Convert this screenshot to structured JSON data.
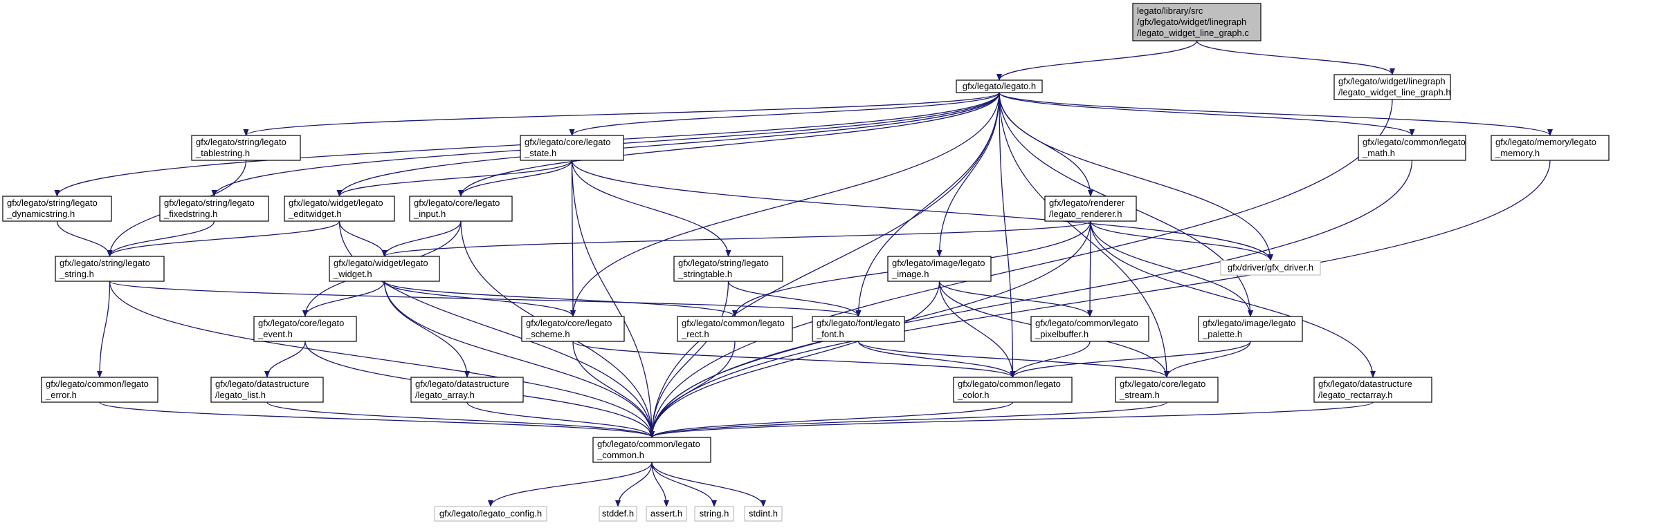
{
  "colors": {
    "edge": "#191970",
    "node_border": "#000000",
    "node_fill": "#ffffff",
    "root_fill": "#bfbfbf",
    "external_border": "#bfbfbf",
    "external_text": "#7f7f7f"
  },
  "nodes": [
    {
      "id": "root",
      "lines": [
        "legato/library/src",
        "/gfx/legato/widget/linegraph",
        "/legato_widget_line_graph.c"
      ],
      "kind": "root"
    },
    {
      "id": "legato_h",
      "lines": [
        "gfx/legato/legato.h"
      ],
      "kind": "file"
    },
    {
      "id": "linegraph_h",
      "lines": [
        "gfx/legato/widget/linegraph",
        "/legato_widget_line_graph.h"
      ],
      "kind": "file"
    },
    {
      "id": "tablestring",
      "lines": [
        "gfx/legato/string/legato",
        "_tablestring.h"
      ],
      "kind": "file"
    },
    {
      "id": "state",
      "lines": [
        "gfx/legato/core/legato",
        "_state.h"
      ],
      "kind": "file"
    },
    {
      "id": "math",
      "lines": [
        "gfx/legato/common/legato",
        "_math.h"
      ],
      "kind": "file"
    },
    {
      "id": "memory",
      "lines": [
        "gfx/legato/memory/legato",
        "_memory.h"
      ],
      "kind": "file"
    },
    {
      "id": "dynamicstring",
      "lines": [
        "gfx/legato/string/legato",
        "_dynamicstring.h"
      ],
      "kind": "file"
    },
    {
      "id": "fixedstring",
      "lines": [
        "gfx/legato/string/legato",
        "_fixedstring.h"
      ],
      "kind": "file"
    },
    {
      "id": "editwidget",
      "lines": [
        "gfx/legato/widget/legato",
        "_editwidget.h"
      ],
      "kind": "file"
    },
    {
      "id": "input",
      "lines": [
        "gfx/legato/core/legato",
        "_input.h"
      ],
      "kind": "file"
    },
    {
      "id": "renderer",
      "lines": [
        "gfx/legato/renderer",
        "/legato_renderer.h"
      ],
      "kind": "file"
    },
    {
      "id": "gfx_driver",
      "lines": [
        "gfx/driver/gfx_driver.h"
      ],
      "kind": "external"
    },
    {
      "id": "string_h",
      "lines": [
        "gfx/legato/string/legato",
        "_string.h"
      ],
      "kind": "file"
    },
    {
      "id": "widget",
      "lines": [
        "gfx/legato/widget/legato",
        "_widget.h"
      ],
      "kind": "file"
    },
    {
      "id": "stringtable",
      "lines": [
        "gfx/legato/string/legato",
        "_stringtable.h"
      ],
      "kind": "file"
    },
    {
      "id": "image",
      "lines": [
        "gfx/legato/image/legato",
        "_image.h"
      ],
      "kind": "file"
    },
    {
      "id": "event",
      "lines": [
        "gfx/legato/core/legato",
        "_event.h"
      ],
      "kind": "file"
    },
    {
      "id": "scheme",
      "lines": [
        "gfx/legato/core/legato",
        "_scheme.h"
      ],
      "kind": "file"
    },
    {
      "id": "rect",
      "lines": [
        "gfx/legato/common/legato",
        "_rect.h"
      ],
      "kind": "file"
    },
    {
      "id": "font",
      "lines": [
        "gfx/legato/font/legato",
        "_font.h"
      ],
      "kind": "file"
    },
    {
      "id": "pixelbuffer",
      "lines": [
        "gfx/legato/common/legato",
        "_pixelbuffer.h"
      ],
      "kind": "file"
    },
    {
      "id": "palette",
      "lines": [
        "gfx/legato/image/legato",
        "_palette.h"
      ],
      "kind": "file"
    },
    {
      "id": "error",
      "lines": [
        "gfx/legato/common/legato",
        "_error.h"
      ],
      "kind": "file"
    },
    {
      "id": "list",
      "lines": [
        "gfx/legato/datastructure",
        "/legato_list.h"
      ],
      "kind": "file"
    },
    {
      "id": "array",
      "lines": [
        "gfx/legato/datastructure",
        "/legato_array.h"
      ],
      "kind": "file"
    },
    {
      "id": "color",
      "lines": [
        "gfx/legato/common/legato",
        "_color.h"
      ],
      "kind": "file"
    },
    {
      "id": "stream",
      "lines": [
        "gfx/legato/core/legato",
        "_stream.h"
      ],
      "kind": "file"
    },
    {
      "id": "rectarray",
      "lines": [
        "gfx/legato/datastructure",
        "/legato_rectarray.h"
      ],
      "kind": "file"
    },
    {
      "id": "common",
      "lines": [
        "gfx/legato/common/legato",
        "_common.h"
      ],
      "kind": "file"
    },
    {
      "id": "config",
      "lines": [
        "gfx/legato/legato_config.h"
      ],
      "kind": "external"
    },
    {
      "id": "stddef",
      "lines": [
        "stddef.h"
      ],
      "kind": "external"
    },
    {
      "id": "assert",
      "lines": [
        "assert.h"
      ],
      "kind": "external"
    },
    {
      "id": "stringh",
      "lines": [
        "string.h"
      ],
      "kind": "external"
    },
    {
      "id": "stdint",
      "lines": [
        "stdint.h"
      ],
      "kind": "external"
    }
  ],
  "edges": [
    [
      "root",
      "legato_h"
    ],
    [
      "root",
      "linegraph_h"
    ],
    [
      "linegraph_h",
      "common"
    ],
    [
      "legato_h",
      "tablestring"
    ],
    [
      "legato_h",
      "state"
    ],
    [
      "legato_h",
      "math"
    ],
    [
      "legato_h",
      "memory"
    ],
    [
      "legato_h",
      "dynamicstring"
    ],
    [
      "legato_h",
      "fixedstring"
    ],
    [
      "legato_h",
      "editwidget"
    ],
    [
      "legato_h",
      "input"
    ],
    [
      "legato_h",
      "renderer"
    ],
    [
      "legato_h",
      "gfx_driver"
    ],
    [
      "legato_h",
      "image"
    ],
    [
      "legato_h",
      "scheme"
    ],
    [
      "legato_h",
      "font"
    ],
    [
      "legato_h",
      "palette"
    ],
    [
      "legato_h",
      "color"
    ],
    [
      "legato_h",
      "stream"
    ],
    [
      "legato_h",
      "common"
    ],
    [
      "tablestring",
      "string_h"
    ],
    [
      "dynamicstring",
      "string_h"
    ],
    [
      "fixedstring",
      "string_h"
    ],
    [
      "state",
      "editwidget"
    ],
    [
      "state",
      "input"
    ],
    [
      "state",
      "stringtable"
    ],
    [
      "state",
      "scheme"
    ],
    [
      "state",
      "gfx_driver"
    ],
    [
      "state",
      "common"
    ],
    [
      "editwidget",
      "string_h"
    ],
    [
      "editwidget",
      "widget"
    ],
    [
      "editwidget",
      "common"
    ],
    [
      "input",
      "widget"
    ],
    [
      "input",
      "event"
    ],
    [
      "input",
      "common"
    ],
    [
      "renderer",
      "widget"
    ],
    [
      "renderer",
      "gfx_driver"
    ],
    [
      "renderer",
      "rect"
    ],
    [
      "renderer",
      "pixelbuffer"
    ],
    [
      "renderer",
      "palette"
    ],
    [
      "renderer",
      "rectarray"
    ],
    [
      "renderer",
      "common"
    ],
    [
      "string_h",
      "font"
    ],
    [
      "string_h",
      "error"
    ],
    [
      "string_h",
      "common"
    ],
    [
      "widget",
      "event"
    ],
    [
      "widget",
      "scheme"
    ],
    [
      "widget",
      "rect"
    ],
    [
      "widget",
      "array"
    ],
    [
      "widget",
      "common"
    ],
    [
      "stringtable",
      "font"
    ],
    [
      "stringtable",
      "common"
    ],
    [
      "image",
      "pixelbuffer"
    ],
    [
      "image",
      "color"
    ],
    [
      "image",
      "stream"
    ],
    [
      "image",
      "common"
    ],
    [
      "event",
      "list"
    ],
    [
      "event",
      "common"
    ],
    [
      "scheme",
      "color"
    ],
    [
      "scheme",
      "common"
    ],
    [
      "rect",
      "common"
    ],
    [
      "font",
      "color"
    ],
    [
      "font",
      "stream"
    ],
    [
      "pixelbuffer",
      "color"
    ],
    [
      "palette",
      "color"
    ],
    [
      "palette",
      "stream"
    ],
    [
      "math",
      "common"
    ],
    [
      "memory",
      "common"
    ],
    [
      "error",
      "common"
    ],
    [
      "list",
      "common"
    ],
    [
      "array",
      "common"
    ],
    [
      "color",
      "common"
    ],
    [
      "stream",
      "common"
    ],
    [
      "rectarray",
      "common"
    ],
    [
      "common",
      "config"
    ],
    [
      "common",
      "stddef"
    ],
    [
      "common",
      "assert"
    ],
    [
      "common",
      "stringh"
    ],
    [
      "common",
      "stdint"
    ]
  ]
}
